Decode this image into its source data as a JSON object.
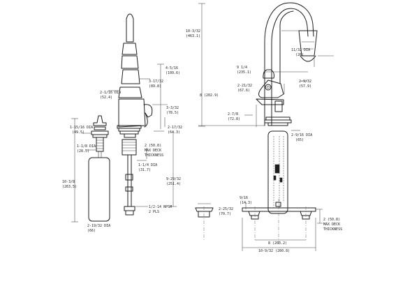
{
  "dimensions": {
    "h_10_3_32": "10-3/32",
    "h_10_3_32_mm": "(463.1)",
    "w_11_32": "11/32 DIA",
    "w_11_32_mm": "(26)",
    "reach_9_1_4": "9 1/4",
    "reach_9_1_4_mm": "(235.1)",
    "h_2_21_32": "2-21/32",
    "h_2_21_32_mm": "(67.6)",
    "d_2_9_32": "2-9/32",
    "d_2_9_32_mm": "(57.9)",
    "h_8": "8 (202.9)",
    "h_2_7_8": "2-7/8",
    "h_2_7_8_mm": "(72.8)",
    "dia_2_9_16": "2-9/16 DIA",
    "dia_2_9_16_mm": "(65)",
    "side_4_5_16": "4-5/16",
    "side_4_5_16_mm": "(109.6)",
    "side_3_17_32": "3-17/32",
    "side_3_17_32_mm": "(89.8)",
    "side_2_1_16": "2-1/16 DIA",
    "side_2_1_16_mm": "(52.4)",
    "side_3_3_32": "3-3/32",
    "side_3_3_32_mm": "(78.5)",
    "side_2_17_32": "2-17/32",
    "side_2_17_32_mm": "(64.3)",
    "deck_2": "2  (50.8)",
    "deck_max": "MAX DECK",
    "deck_thick": "THICKNESS",
    "shank_1_1_4": "1-1/4 DIA",
    "shank_1_1_4_mm": "(31.7)",
    "side_9_29_32": "9-29/32",
    "side_9_29_32_mm": "(251.4)",
    "npsm_1": "1/2-14  NPSM",
    "npsm_2": "2  PLS",
    "soap_1_15_16": "1-15/16  DIA",
    "soap_1_15_16_mm": "(49.5)",
    "soap_1_1_8": "1-1/8  DIA",
    "soap_1_1_8_mm": "(28.5)",
    "soap_10_3_8": "10-3/8",
    "soap_10_3_8_mm": "(263.5)",
    "soap_2_19_32": "2-19/32 DIA",
    "soap_2_19_32_mm": "(66)",
    "plate_2_25_32": "2-25/32",
    "plate_2_25_32_mm": "(70.7)",
    "plate_9_16": "9/16",
    "plate_9_16_mm": "(14.3)",
    "plate_2": "2  (50.8)",
    "plate_max": "MAX DECK",
    "plate_thick": "THICKNESS",
    "plate_8": "8 (203.2)",
    "plate_10_9_32": "10-9/32 (260.8)"
  }
}
